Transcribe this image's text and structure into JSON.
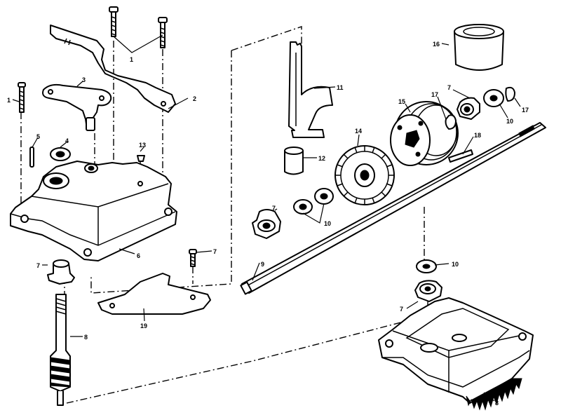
{
  "diagram": {
    "callouts": {
      "c1a": "1",
      "c1b": "1",
      "c2": "2",
      "c3": "3",
      "c4": "4",
      "c5": "5",
      "c6": "6",
      "c7a": "7",
      "c7b": "7",
      "c7c": "7",
      "c7d": "7",
      "c7e": "7",
      "c8": "8",
      "c9": "9",
      "c10a": "10",
      "c10b": "10",
      "c10c": "10",
      "c11": "11",
      "c12": "12",
      "c13": "13",
      "c14": "14",
      "c15": "15",
      "c16": "16",
      "c17a": "17",
      "c17b": "17",
      "c18": "18",
      "c19": "19"
    }
  },
  "colors": {
    "line": "#000000",
    "background": "#ffffff"
  }
}
